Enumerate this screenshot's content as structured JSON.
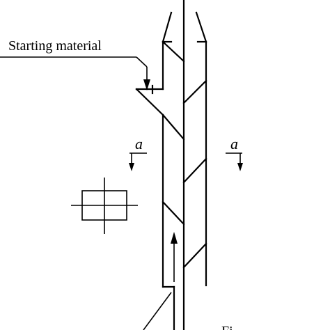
{
  "labels": {
    "starting_material": "Starting material",
    "section_left": "a",
    "section_right": "a",
    "bottom_partial": "Fi"
  },
  "colors": {
    "line": "#000000",
    "background": "#ffffff"
  }
}
